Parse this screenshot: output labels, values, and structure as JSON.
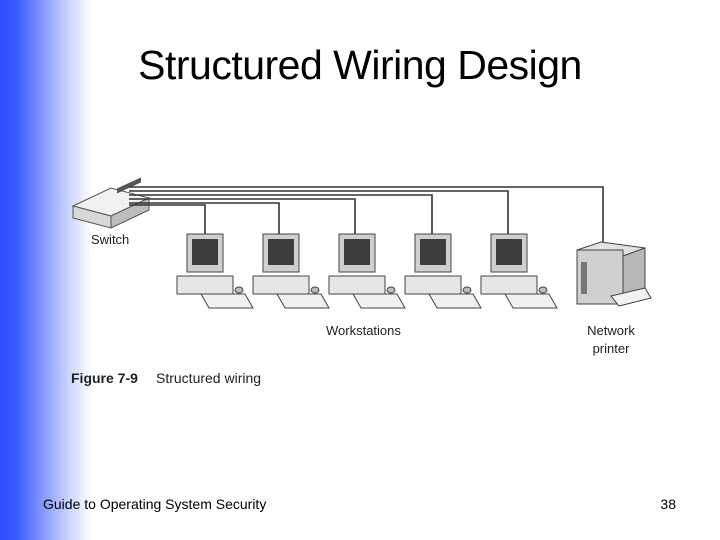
{
  "slide": {
    "title": "Structured Wiring Design",
    "footer_left": "Guide to Operating System Security",
    "page_number": "38"
  },
  "diagram": {
    "switch_label": "Switch",
    "workstations_label": "Workstations",
    "printer_label_line1": "Network",
    "printer_label_line2": "printer",
    "figure_number": "Figure 7-9",
    "figure_caption": "Structured wiring",
    "workstation_count": 5
  }
}
